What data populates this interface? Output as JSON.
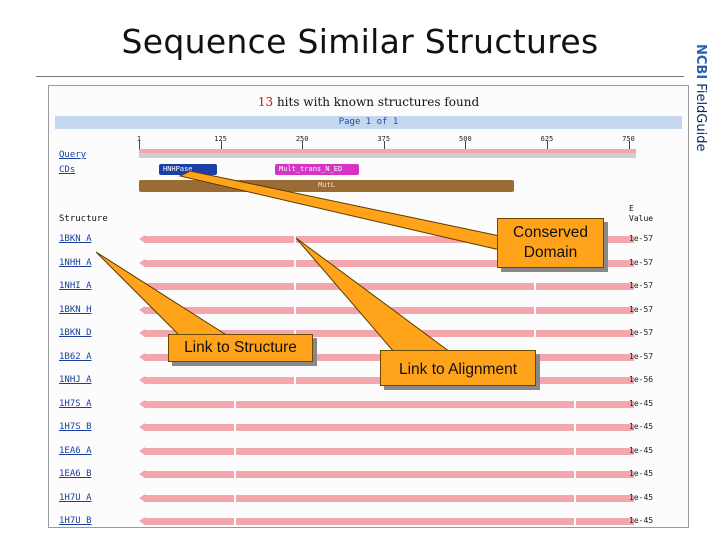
{
  "slide": {
    "title": "Sequence Similar Structures",
    "side_label_bold": "NCBI",
    "side_label_rest": " FieldGuide"
  },
  "panel": {
    "hits_count": "13",
    "hits_text": " hits with known structures found",
    "page_label": "Page 1 of 1",
    "ruler_ticks": [
      "1",
      "125",
      "250",
      "375",
      "500",
      "625",
      "750"
    ],
    "query_label": "Query",
    "cds_label": "CDs",
    "cd_domains": [
      "HNHPase",
      "Mult_trans_N_ED",
      "MutL"
    ],
    "structure_header": "Structure",
    "evalue_header_line1": "E",
    "evalue_header_line2": "Value",
    "hits": [
      {
        "id": "1BKN_A",
        "evalue": "1e-57"
      },
      {
        "id": "1NHH_A",
        "evalue": "1e-57"
      },
      {
        "id": "1NHI_A",
        "evalue": "1e-57"
      },
      {
        "id": "1BKN_H",
        "evalue": "1e-57"
      },
      {
        "id": "1BKN_D",
        "evalue": "1e-57"
      },
      {
        "id": "1B62_A",
        "evalue": "1e-57"
      },
      {
        "id": "1NHJ_A",
        "evalue": "1e-56"
      },
      {
        "id": "1H7S_A",
        "evalue": "1e-45"
      },
      {
        "id": "1H7S_B",
        "evalue": "1e-45"
      },
      {
        "id": "1EA6_A",
        "evalue": "1e-45"
      },
      {
        "id": "1EA6_B",
        "evalue": "1e-45"
      },
      {
        "id": "1H7U_A",
        "evalue": "1e-45"
      },
      {
        "id": "1H7U_B",
        "evalue": "1e-45"
      }
    ]
  },
  "callouts": {
    "conserved_line1": "Conserved",
    "conserved_line2": "Domain",
    "structure": "Link to Structure",
    "alignment": "Link to Alignment"
  },
  "colors": {
    "hit_bar": "#f4a6ad",
    "callout": "#ffa31a",
    "link": "#1a3f9e",
    "hits_count": "#cc1111"
  }
}
